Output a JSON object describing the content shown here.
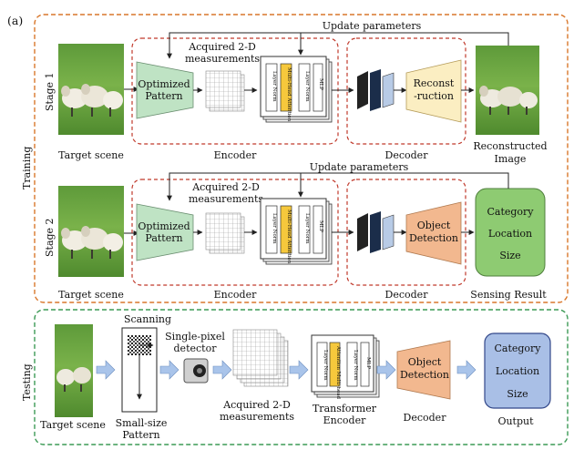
{
  "panel_label": "(a)",
  "training": {
    "label": "Training",
    "stage1": {
      "label": "Stage 1",
      "target_label": "Target scene",
      "pattern_label": [
        "Optimized",
        "Pattern"
      ],
      "measure_label": [
        "Acquired 2-D",
        "measurements"
      ],
      "encoder_label": "Encoder",
      "decoder_label": "Decoder",
      "recon_label": [
        "Reconst",
        "-ruction"
      ],
      "output_label": [
        "Reconstructed",
        "Image"
      ],
      "update_label": "Update parameters"
    },
    "stage2": {
      "label": "Stage 2",
      "target_label": "Target scene",
      "pattern_label": [
        "Optimized",
        "Pattern"
      ],
      "measure_label": [
        "Acquired 2-D",
        "measurements"
      ],
      "encoder_label": "Encoder",
      "decoder_label": "Decoder",
      "detect_label": [
        "Object",
        "Detection"
      ],
      "output_box": [
        "Category",
        "Location",
        "Size"
      ],
      "output_label": "Sensing Result",
      "update_label": "Update parameters"
    }
  },
  "testing": {
    "label": "Testing",
    "target_label": "Target scene",
    "scanning_label": "Scanning",
    "pattern_label": [
      "Small-size",
      "Pattern"
    ],
    "detector_label": [
      "Single-pixel",
      "detector"
    ],
    "measure_label": [
      "Acquired 2-D",
      "measurements"
    ],
    "encoder_label": [
      "Transformer",
      "Encoder"
    ],
    "detect_label": [
      "Object",
      "Detection"
    ],
    "decoder_label": "Decoder",
    "output_box": [
      "Category",
      "Location",
      "Size"
    ],
    "output_label": "Output"
  },
  "transformer_block": {
    "layer_norm": "Layer Norm",
    "attention": "Multi-Head Attention",
    "mlp": "MLP",
    "testing_attention": "Attention Multi-head"
  },
  "colors": {
    "training_border": "#d9772b",
    "testing_border": "#3c9a55",
    "encoder_border": "#c0392b",
    "decoder_border": "#c0392b",
    "pattern_fill": "#bfe3c4",
    "recon_fill": "#fbeec2",
    "detect_fill": "#f2b88f",
    "sensing_fill": "#8ecb72",
    "output_fill": "#a9bfe6",
    "attention_fill": "#f6c83c",
    "arrow_fill": "#a9c4ea"
  }
}
